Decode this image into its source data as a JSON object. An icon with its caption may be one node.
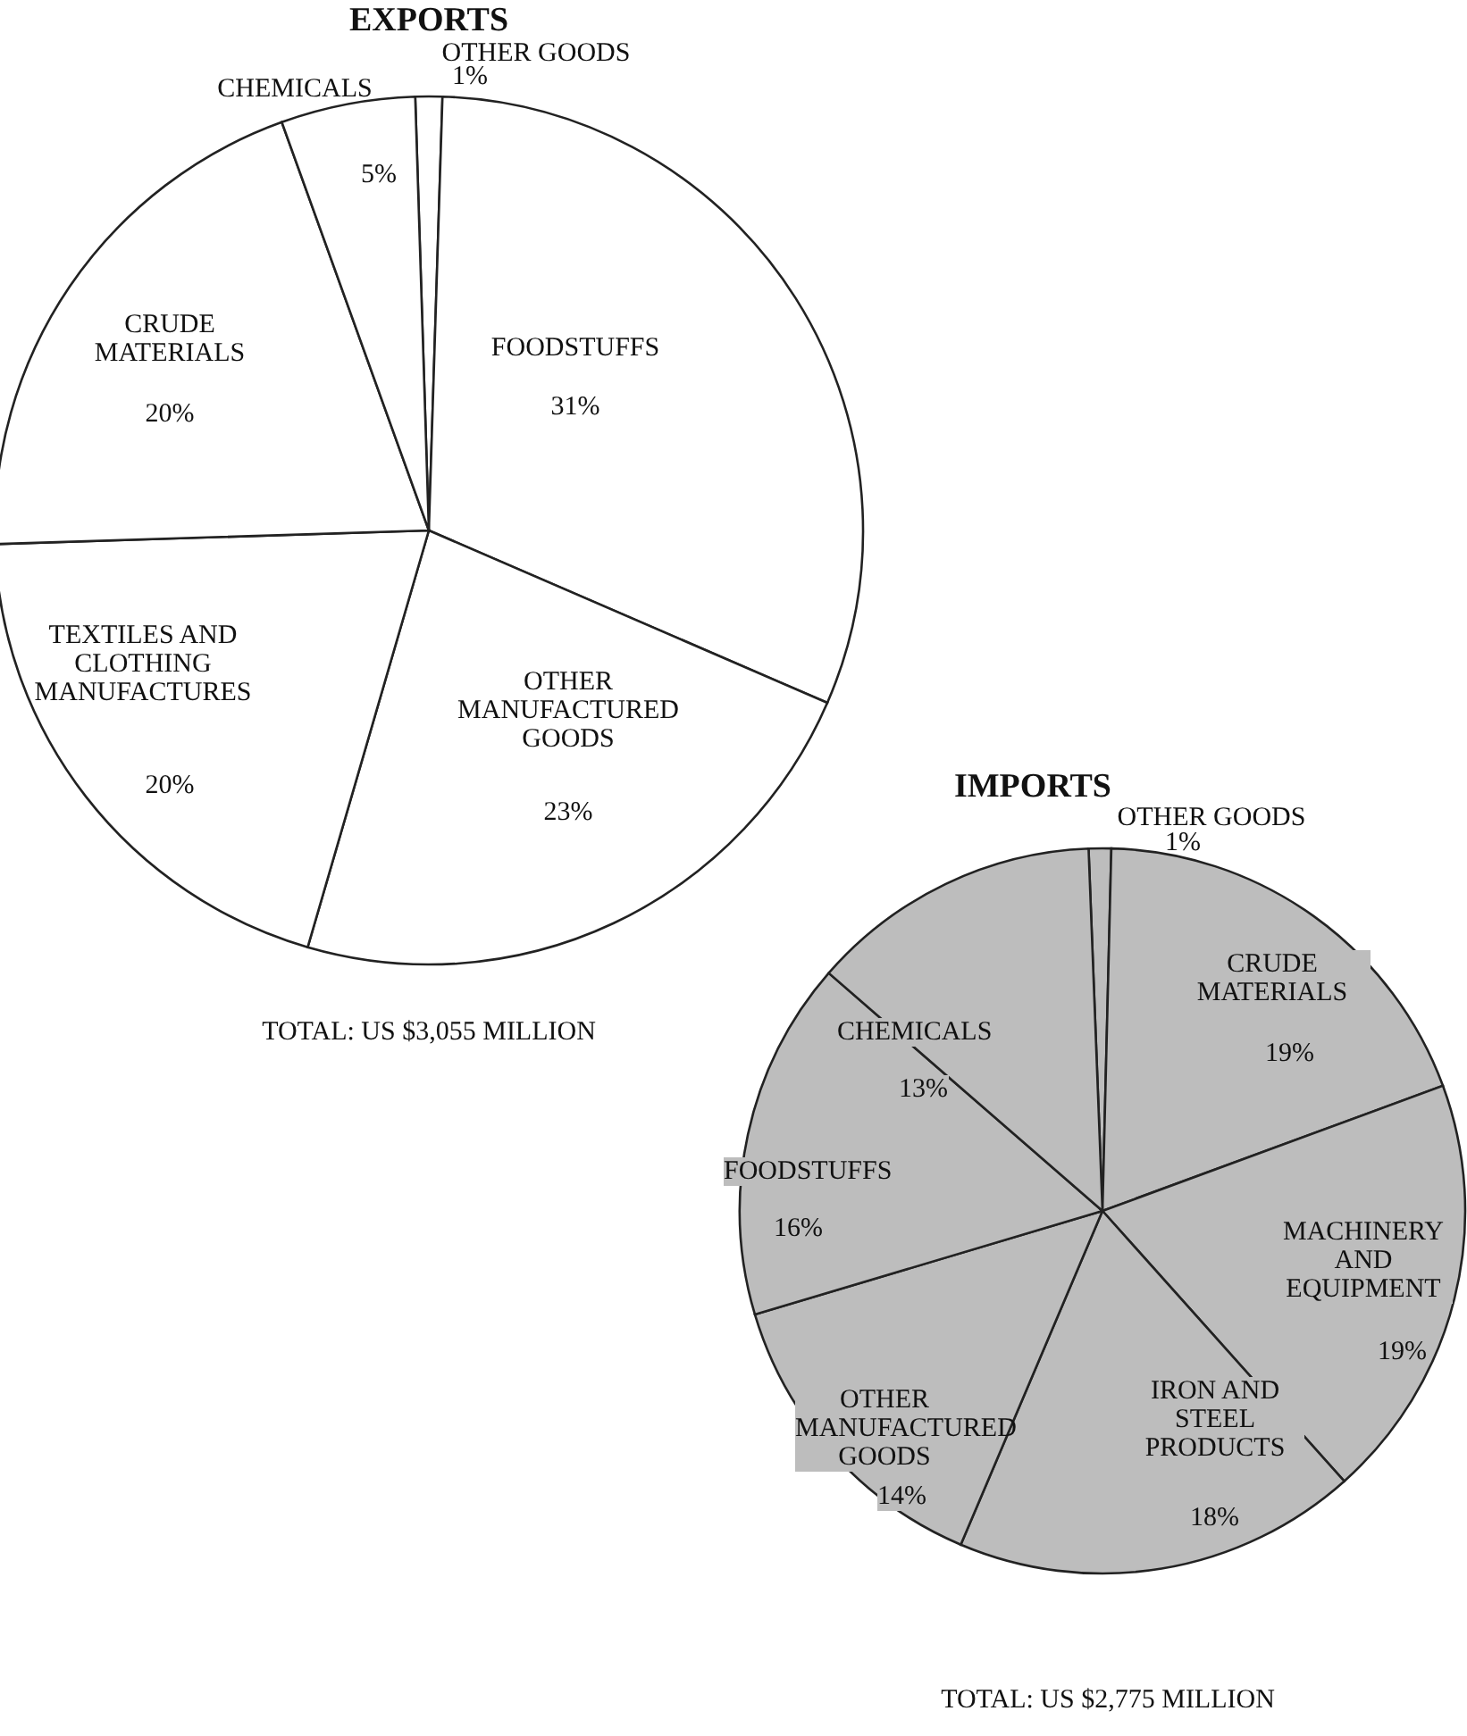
{
  "diagram": {
    "chart_data": [
      {
        "type": "pie",
        "title": "EXPORTS",
        "categories": [
          "OTHER GOODS",
          "FOODSTUFFS",
          "OTHER MANUFACTURED GOODS",
          "TEXTILES AND CLOTHING MANUFACTURES",
          "CRUDE MATERIALS",
          "CHEMICALS"
        ],
        "value_labels": [
          "1%",
          "31%",
          "23%",
          "20%",
          "20%",
          "5%"
        ],
        "series": [
          {
            "color": "#ffffff",
            "values": [
              1,
              31,
              23,
              20,
              20,
              5
            ]
          }
        ]
      },
      {
        "type": "pie",
        "title": "IMPORTS",
        "categories": [
          "OTHER GOODS",
          "CRUDE MATERIALS",
          "MACHINERY AND EQUIPMENT",
          "IRON AND STEEL PRODUCTS",
          "OTHER MANUFACTURED GOODS",
          "FOODSTUFFS",
          "CHEMICALS"
        ],
        "value_labels": [
          "1%",
          "19%",
          "19%",
          "18%",
          "14%",
          "16%",
          "13%"
        ],
        "series": [
          {
            "color": "#bdbdbd",
            "values": [
              1,
              19,
              19,
              18,
              14,
              16,
              13
            ]
          }
        ]
      }
    ],
    "labels": [
      "TOTAL: US $3,055 MILLION",
      "TOTAL: US $2,775 MILLION"
    ]
  }
}
